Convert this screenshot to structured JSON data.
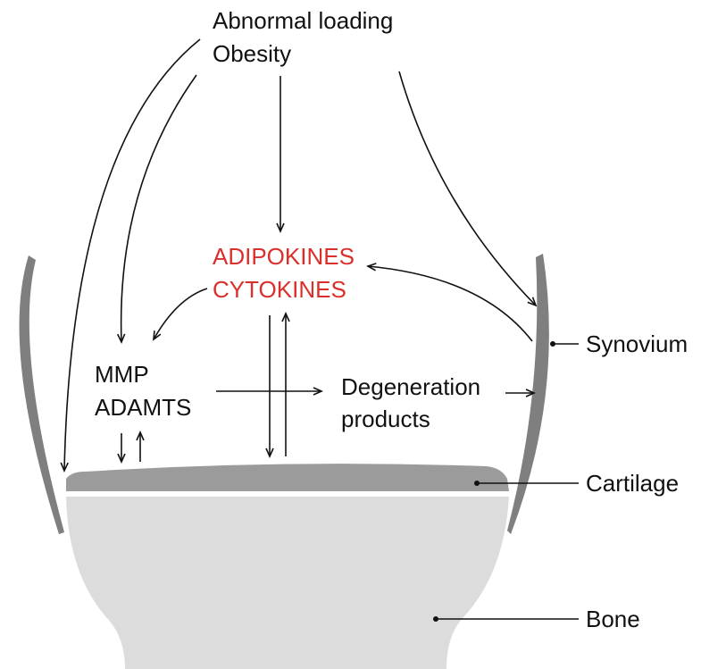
{
  "text": {
    "abnormal_loading": "Abnormal loading",
    "obesity": "Obesity",
    "adipokines": "ADIPOKINES",
    "cytokines": "CYTOKINES",
    "mmp": "MMP",
    "adamts": "ADAMTS",
    "degeneration": "Degeneration",
    "products": "products",
    "synovium": "Synovium",
    "cartilage": "Cartilage",
    "bone": "Bone"
  },
  "colors": {
    "accent_red": "#d9302b",
    "synovium_gray": "#7f7f7f",
    "cartilage_gray": "#9b9b9b",
    "bone_gray": "#dcdcdc",
    "line_black": "#111111"
  }
}
